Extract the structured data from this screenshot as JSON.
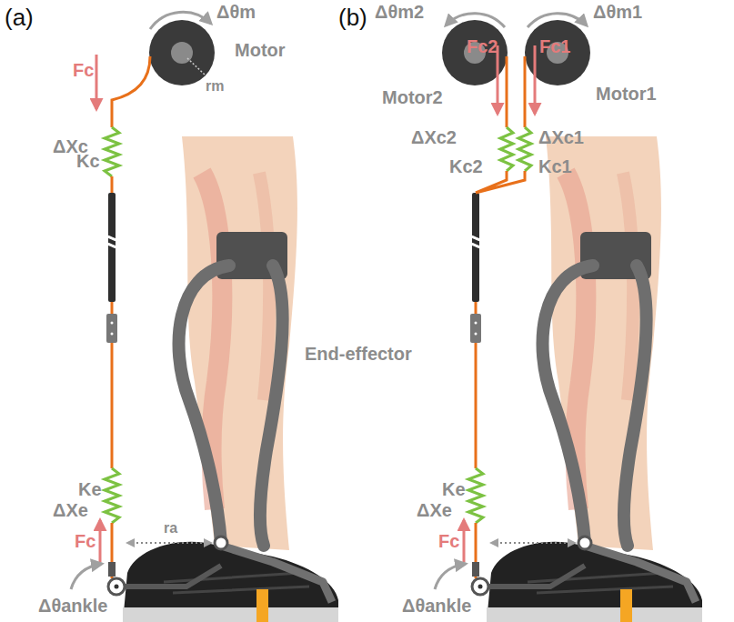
{
  "diagram": {
    "labels": [
      "(a)",
      "Δθm",
      "Motor",
      "Fc",
      "ΔXc",
      "rm",
      "Kc",
      "End-effector",
      "Ke",
      "ΔXe",
      "Fc",
      "ra",
      "Δθankle",
      "(b)",
      "Δθm2",
      "Δθm1",
      "Fc2",
      "Fc1",
      "Motor2",
      "Motor1",
      "ΔXc2",
      "ΔXc1",
      "Kc2",
      "Kc1",
      "Ke",
      "ΔXe",
      "Fc",
      "Δθankle"
    ]
  }
}
